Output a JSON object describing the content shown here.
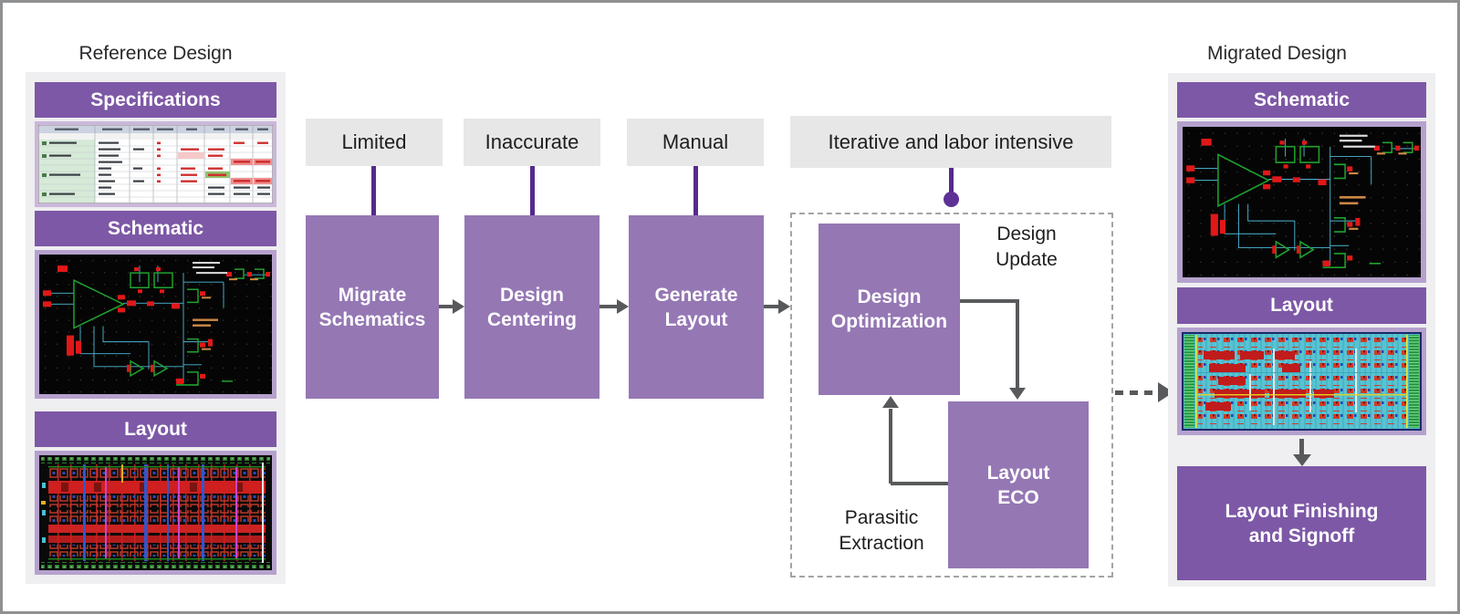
{
  "titles": {
    "left": "Reference Design",
    "right": "Migrated Design"
  },
  "left_panel": {
    "sections": [
      "Specifications",
      "Schematic",
      "Layout"
    ]
  },
  "right_panel": {
    "sections": [
      "Schematic",
      "Layout"
    ],
    "final_box": "Layout Finishing\nand Signoff"
  },
  "callouts": {
    "limited": "Limited",
    "inaccurate": "Inaccurate",
    "manual": "Manual",
    "iterative": "Iterative and labor intensive"
  },
  "flow": {
    "step1": "Migrate\nSchematics",
    "step2": "Design\nCentering",
    "step3": "Generate\nLayout"
  },
  "loop": {
    "design_optimization": "Design\nOptimization",
    "layout_eco": "Layout\nECO",
    "design_update": "Design\nUpdate",
    "parasitic_extraction": "Parasitic\nExtraction"
  },
  "colors": {
    "header_purple": "#7d58a6",
    "flow_purple": "#9577b4",
    "stem_purple": "#552a8c",
    "arrow_gray": "#58595b",
    "callout_gray": "#e7e7e8",
    "panel_gray": "#efeef0",
    "image_frame_purple": "#b5a1cd",
    "dashed_border_gray": "#a2a4a7"
  }
}
